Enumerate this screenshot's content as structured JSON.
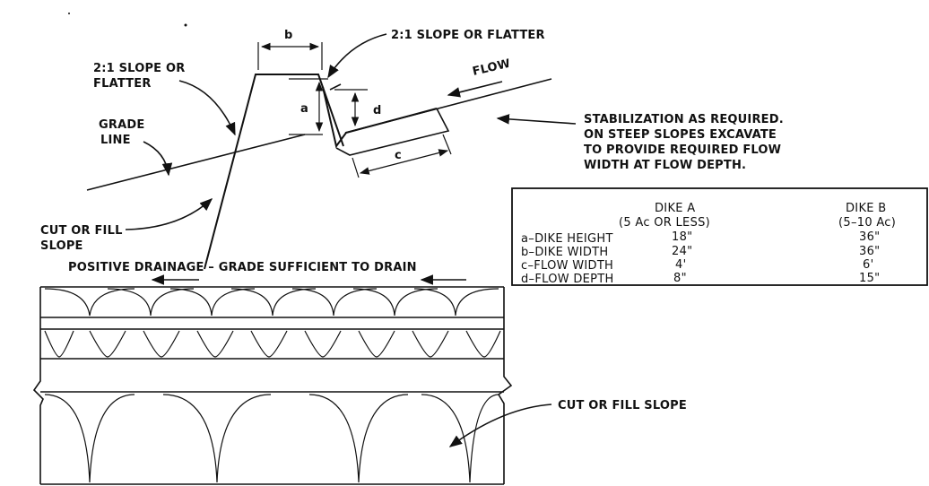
{
  "labels": {
    "slope_top": "2:1 SLOPE OR FLATTER",
    "slope_left_1": "2:1 SLOPE OR",
    "slope_left_2": "FLATTER",
    "flow": "FLOW",
    "grade_1": "GRADE",
    "grade_2": "LINE",
    "cut_fill_1": "CUT OR FILL",
    "cut_fill_2": "SLOPE",
    "stab_1": "STABILIZATION AS REQUIRED.",
    "stab_2": "ON STEEP SLOPES EXCAVATE",
    "stab_3": "TO PROVIDE REQUIRED FLOW",
    "stab_4": "WIDTH AT FLOW DEPTH.",
    "dim_a": "a",
    "dim_b": "b",
    "dim_c": "c",
    "dim_d": "d",
    "drainage": "POSITIVE DRAINAGE – GRADE SUFFICIENT TO DRAIN",
    "cut_fill_plan": "CUT OR FILL SLOPE"
  },
  "table": {
    "col_a_1": "DIKE A",
    "col_a_2": "(5 Ac OR LESS)",
    "col_b_1": "DIKE B",
    "col_b_2": "(5–10 Ac)",
    "rows": [
      {
        "label": "a–DIKE HEIGHT",
        "a": "18\"",
        "b": "36\""
      },
      {
        "label": "b–DIKE WIDTH",
        "a": "24\"",
        "b": "36\""
      },
      {
        "label": "c–FLOW WIDTH",
        "a": "4'",
        "b": "6'"
      },
      {
        "label": "d–FLOW DEPTH",
        "a": "8\"",
        "b": "15\""
      }
    ]
  }
}
